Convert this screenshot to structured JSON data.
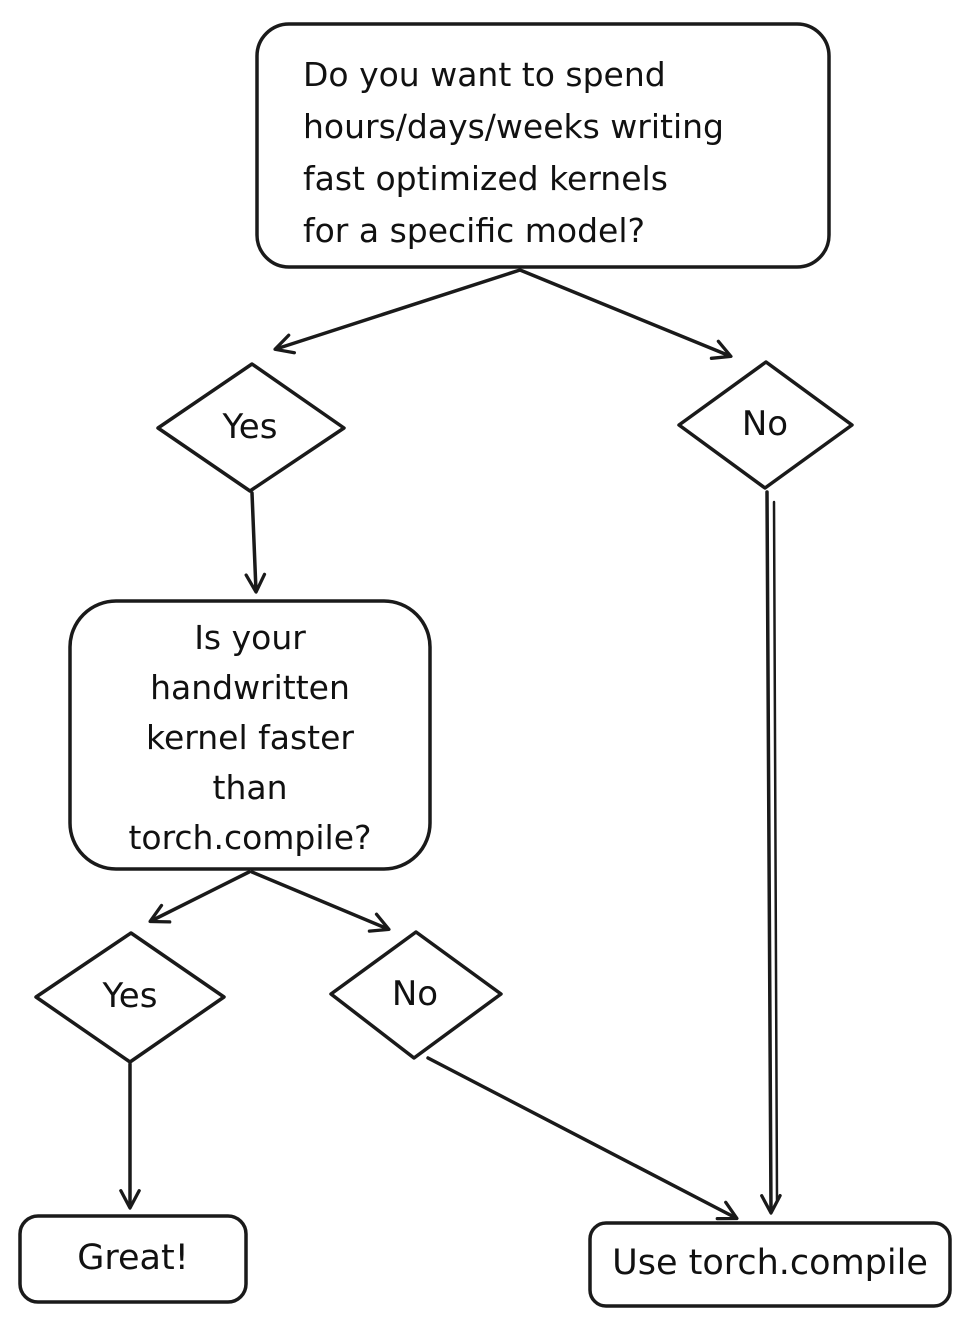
{
  "diagram": {
    "colors": {
      "ink": "#1a1a1a",
      "background": "#ffffff"
    },
    "nodes": {
      "q1": {
        "type": "question-box",
        "label": "Do you want to spend\nhours/days/weeks writing\nfast optimized kernels\nfor a specific model?"
      },
      "yes1": {
        "type": "diamond",
        "label": "Yes"
      },
      "no1": {
        "type": "diamond",
        "label": "No"
      },
      "q2": {
        "type": "question-box",
        "label": "Is your\nhandwritten\nkernel faster\nthan\ntorch.compile?"
      },
      "yes2": {
        "type": "diamond",
        "label": "Yes"
      },
      "no2": {
        "type": "diamond",
        "label": "No"
      },
      "great": {
        "type": "terminal-box",
        "label": "Great!"
      },
      "use_compile": {
        "type": "terminal-box",
        "label": "Use torch.compile"
      }
    },
    "edges": [
      {
        "from": "q1",
        "to": "yes1"
      },
      {
        "from": "q1",
        "to": "no1"
      },
      {
        "from": "yes1",
        "to": "q2"
      },
      {
        "from": "q2",
        "to": "yes2"
      },
      {
        "from": "q2",
        "to": "no2"
      },
      {
        "from": "yes2",
        "to": "great"
      },
      {
        "from": "no2",
        "to": "use_compile"
      },
      {
        "from": "no1",
        "to": "use_compile"
      }
    ]
  }
}
